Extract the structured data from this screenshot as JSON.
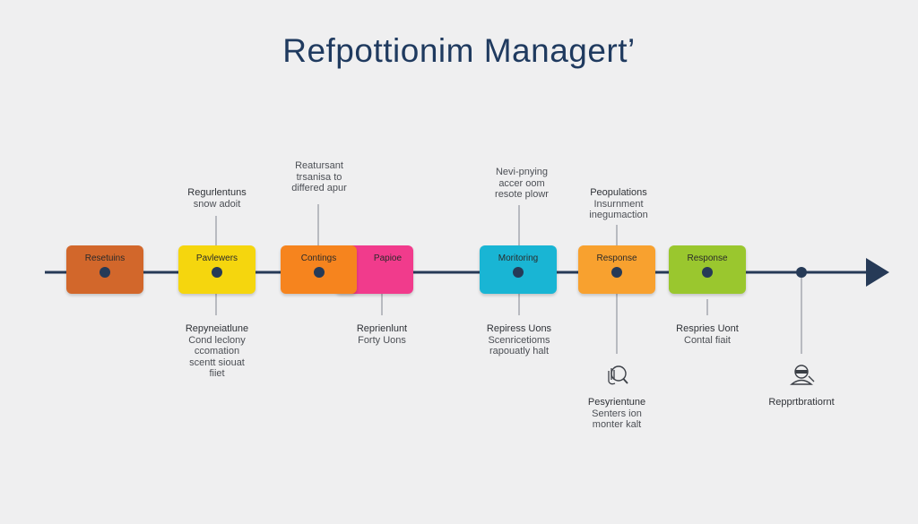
{
  "title": "Refpottionim Managert’",
  "stages": [
    {
      "label": "Resetuins",
      "color": "#d2672b"
    },
    {
      "label": "Pavlewers",
      "color": "#f5d60e"
    },
    {
      "label": "Contings",
      "color": "#f6841e"
    },
    {
      "label": "Papioe",
      "color": "#f13b8c"
    },
    {
      "label": "Moritoring",
      "color": "#19b5d4"
    },
    {
      "label": "Response",
      "color": "#f8a12f"
    },
    {
      "label": "Response",
      "color": "#9ac72e"
    }
  ],
  "notes_above": [
    {
      "lines": [
        "Regurlentuns",
        "snow adoit"
      ]
    },
    {
      "lines": [
        "Reatursant",
        "trsanisa to",
        "differed apur"
      ]
    },
    {
      "lines": [
        "Nevi-pnying",
        "accer oom",
        "resote plowr"
      ]
    },
    {
      "lines": [
        "Peopulations",
        "Insurnment",
        "inegumaction"
      ]
    }
  ],
  "notes_below": [
    {
      "lines": [
        "Repyneiatlune",
        "Cond leclony",
        "ccomation",
        "scentt siouat",
        "fiiet"
      ]
    },
    {
      "lines": [
        "Reprienlunt",
        "Forty Uons"
      ]
    },
    {
      "lines": [
        "Repiress Uons",
        "Scenricetioms",
        "rapouatly halt"
      ]
    },
    {
      "lines": [
        "Respries Uont",
        "Contal fiait"
      ]
    },
    {
      "lines": [
        "Pesyrientune",
        "Senters ion",
        "monter kalt"
      ]
    },
    {
      "lines": [
        "Repprtbratiornt"
      ]
    }
  ],
  "icons": [
    "hand-magnifier-icon",
    "reporter-icon"
  ]
}
